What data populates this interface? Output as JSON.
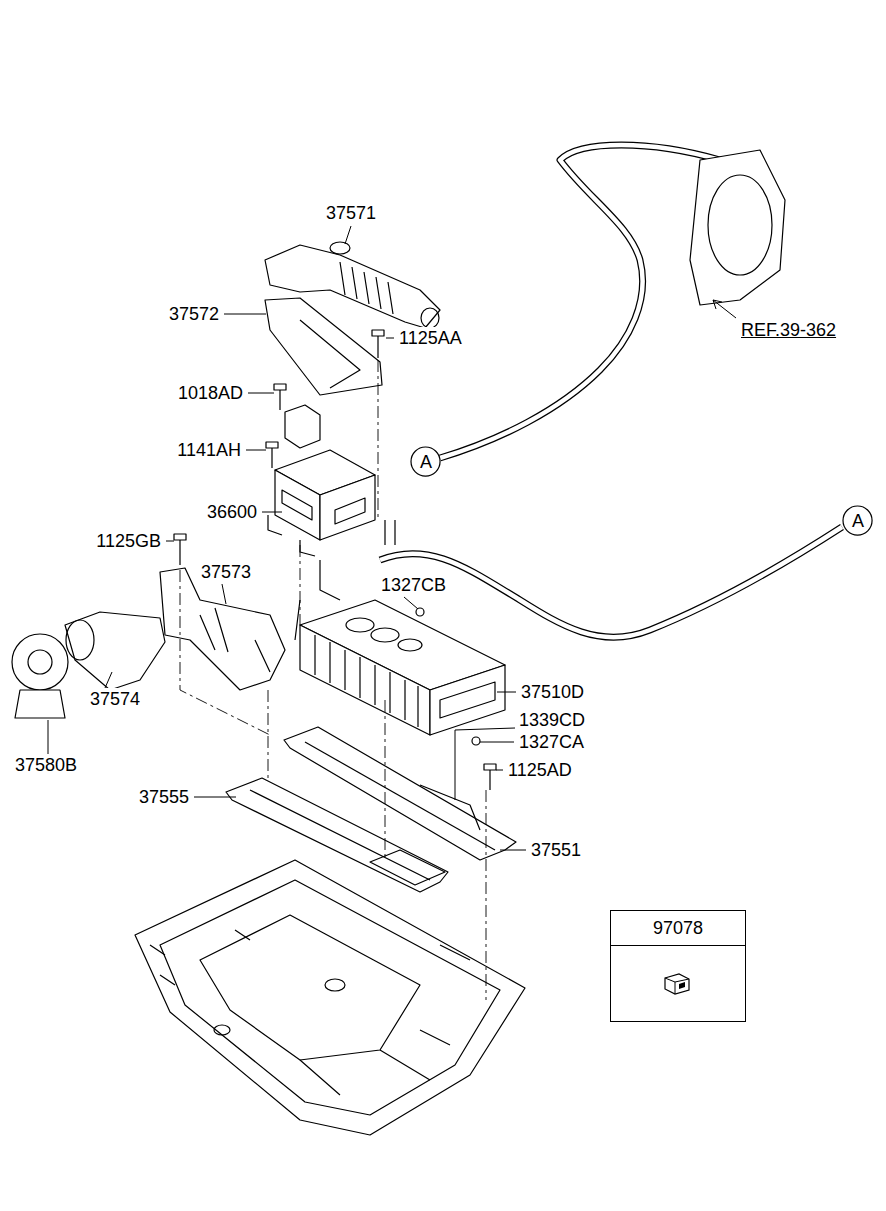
{
  "diagram": {
    "nodes": [
      {
        "text": [
          "A"
        ]
      },
      {
        "text": [
          "A"
        ]
      },
      {
        "text": [
          "97078"
        ]
      }
    ],
    "labels": [
      "37571",
      "37572",
      "1125AA",
      "1018AD",
      "1141AH",
      "36600",
      "1125GB",
      "37573",
      "1327CB",
      "37510D",
      "1339CD",
      "1327CA",
      "1125AD",
      "37555",
      "37551",
      "37574",
      "37580B",
      "REF.39-362"
    ]
  }
}
